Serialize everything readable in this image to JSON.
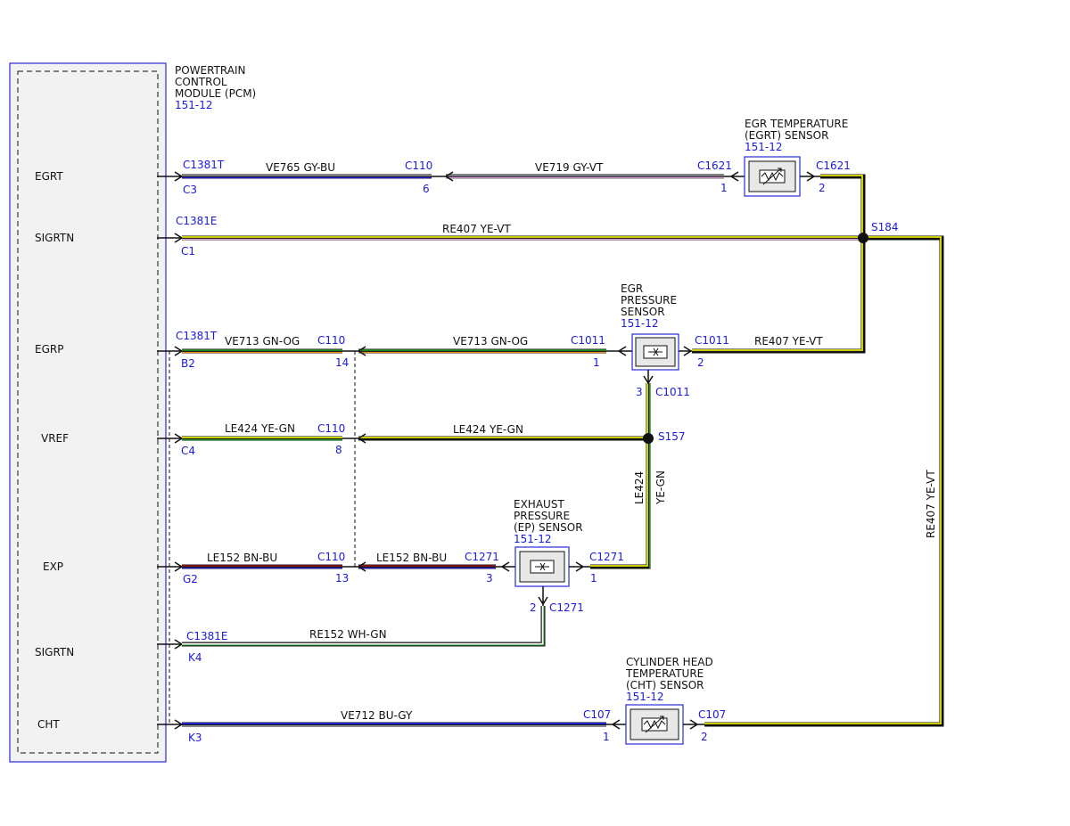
{
  "pcm": {
    "title_lines": [
      "POWERTRAIN",
      "CONTROL",
      "MODULE (PCM)"
    ],
    "ref": "151-12",
    "pins": [
      "EGRT",
      "SIGRTN",
      "EGRP",
      "VREF",
      "EXP",
      "SIGRTN",
      "CHT"
    ]
  },
  "egrt_sensor": {
    "title_lines": [
      "EGR TEMPERATURE",
      "(EGRT) SENSOR"
    ],
    "ref": "151-12",
    "conn_left": "C1621",
    "pin_left": "1",
    "conn_right": "C1621",
    "pin_right": "2"
  },
  "egrp_sensor": {
    "title_lines": [
      "EGR",
      "PRESSURE",
      "SENSOR"
    ],
    "ref": "151-12",
    "conn_left": "C1011",
    "pin_left": "1",
    "conn_right": "C1011",
    "pin_right": "2",
    "conn_bottom": "C1011",
    "pin_bottom": "3"
  },
  "ep_sensor": {
    "title_lines": [
      "EXHAUST",
      "PRESSURE",
      "(EP) SENSOR"
    ],
    "ref": "151-12",
    "conn_left": "C1271",
    "pin_left": "3",
    "conn_right": "C1271",
    "pin_right": "1",
    "conn_bottom": "C1271",
    "pin_bottom": "2"
  },
  "cht_sensor": {
    "title_lines": [
      "CYLINDER HEAD",
      "TEMPERATURE",
      "(CHT) SENSOR"
    ],
    "ref": "151-12",
    "conn_left": "C107",
    "pin_left": "1",
    "conn_right": "C107",
    "pin_right": "2"
  },
  "splices": {
    "s184": "S184",
    "s157": "S157"
  },
  "connectors": {
    "c1381t_a": "C1381T",
    "c3": "C3",
    "c1381e_a": "C1381E",
    "c1": "C1",
    "c1381t_b": "C1381T",
    "b2": "B2",
    "c4": "C4",
    "g2": "G2",
    "c1381e_b": "C1381E",
    "k4": "K4",
    "k3": "K3",
    "c110_a": "C110",
    "pin6": "6",
    "c110_b": "C110",
    "pin14": "14",
    "c110_c": "C110",
    "pin8": "8",
    "c110_d": "C110",
    "pin13": "13"
  },
  "wires": {
    "ve765": "VE765  GY-BU",
    "ve719": "VE719  GY-VT",
    "re407_top": "RE407    YE-VT",
    "ve713_left": "VE713  GN-OG",
    "ve713_right": "VE713  GN-OG",
    "re407_mid": "RE407   YE-VT",
    "le424_left": "LE424   YE-GN",
    "le424_right": "LE424   YE-GN",
    "le424_vert_a": "LE424",
    "le424_vert_b": "YE-GN",
    "le152_left": "LE152  BN-BU",
    "le152_right": "LE152   BN-BU",
    "re152": "RE152    WH-GN",
    "ve712": "VE712   BU-GY",
    "re407_vert": "RE407  YE-VT"
  },
  "colors": {
    "blue_connector_text": "#1a1adb",
    "ye": "#e6e600",
    "vt": "#d9a0d9",
    "gy": "#9a9a9a",
    "bu": "#2020d0",
    "gn": "#1f8f1f",
    "og": "#e08a1e",
    "bn": "#8a1a1a",
    "wh": "#ffffff"
  }
}
